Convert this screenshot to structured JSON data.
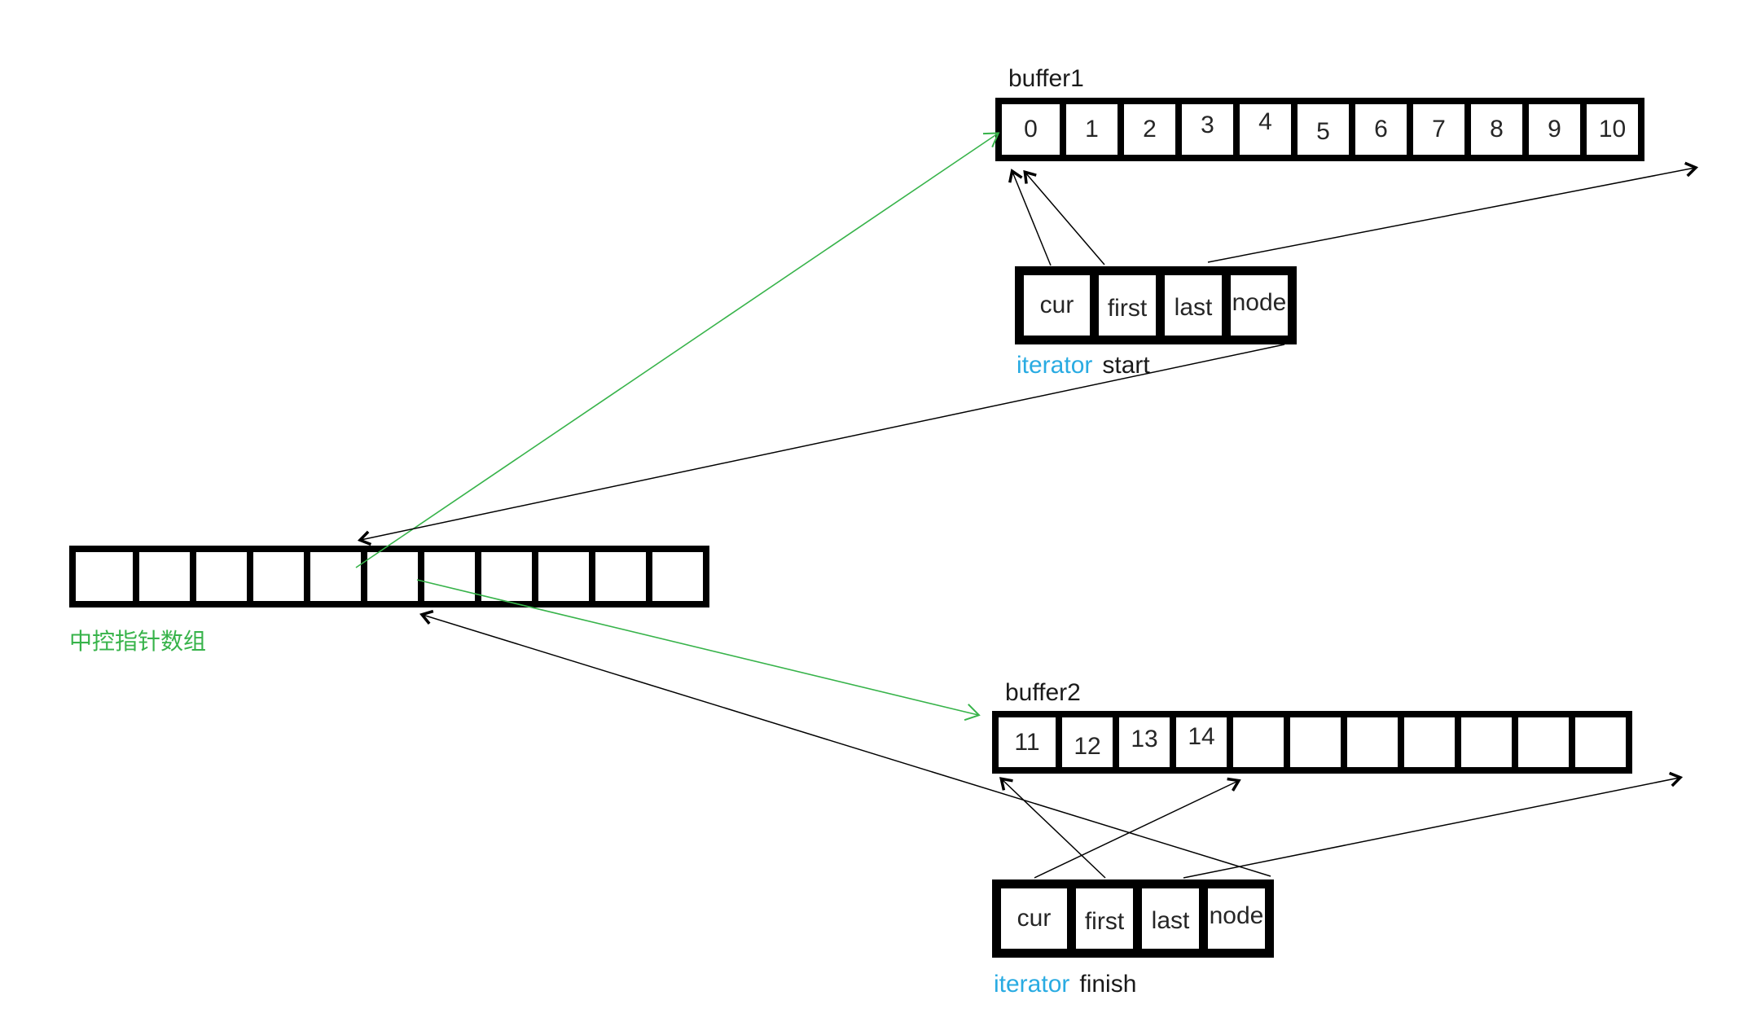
{
  "colors": {
    "green": "#37B34A",
    "blue": "#29ABE2",
    "line": "#000000"
  },
  "map_array": {
    "label": "中控指针数组",
    "cells": [
      "",
      "",
      "",
      "",
      "",
      "",
      "",
      "",
      "",
      "",
      ""
    ]
  },
  "buffer1": {
    "label": "buffer1",
    "cells": [
      "0",
      "1",
      "2",
      "3",
      "4",
      "5",
      "6",
      "7",
      "8",
      "9",
      "10"
    ]
  },
  "buffer2": {
    "label": "buffer2",
    "cells": [
      "11",
      "12",
      "13",
      "14",
      "",
      "",
      "",
      "",
      "",
      "",
      ""
    ]
  },
  "iterator_start": {
    "label_iterator": "iterator",
    "label_name": "start",
    "fields": [
      "cur",
      "first",
      "last",
      "node"
    ]
  },
  "iterator_finish": {
    "label_iterator": "iterator",
    "label_name": "finish",
    "fields": [
      "cur",
      "first",
      "last",
      "node"
    ]
  },
  "arrows": [
    {
      "from": "map-cell-4",
      "to": "buffer1-left",
      "color": "green"
    },
    {
      "from": "map-cell-5",
      "to": "buffer2-left",
      "color": "green"
    },
    {
      "from": "start.cur",
      "to": "buffer1-begin",
      "color": "black"
    },
    {
      "from": "start.first",
      "to": "buffer1-begin",
      "color": "black"
    },
    {
      "from": "start.last",
      "to": "buffer1-end",
      "color": "black"
    },
    {
      "from": "start.node",
      "to": "map-cell-4",
      "color": "black"
    },
    {
      "from": "finish.cur",
      "to": "buffer2-one-past-14",
      "color": "black"
    },
    {
      "from": "finish.first",
      "to": "buffer2-begin",
      "color": "black"
    },
    {
      "from": "finish.last",
      "to": "buffer2-end",
      "color": "black"
    },
    {
      "from": "finish.node",
      "to": "map-cell-5",
      "color": "black"
    }
  ]
}
